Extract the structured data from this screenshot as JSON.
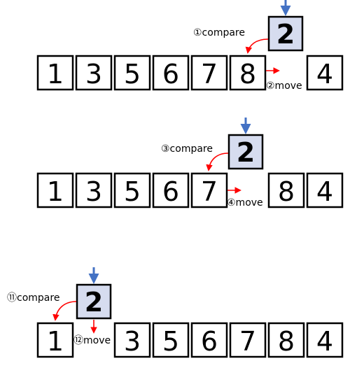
{
  "steps": [
    {
      "cells": [
        "1",
        "3",
        "5",
        "6",
        "7",
        "8",
        "",
        "4"
      ],
      "key": "2",
      "compare_label": "①compare",
      "move_label": "②move"
    },
    {
      "cells": [
        "1",
        "3",
        "5",
        "6",
        "7",
        "",
        "8",
        "4"
      ],
      "key": "2",
      "compare_label": "③compare",
      "move_label": "④move"
    },
    {
      "cells": [
        "1",
        "",
        "3",
        "5",
        "6",
        "7",
        "8",
        "4"
      ],
      "key": "2",
      "compare_label": "⑪compare",
      "move_label": "⑫move"
    }
  ],
  "colors": {
    "key_fill": "#d6dcef",
    "down_arrow": "#4472c4",
    "action_arrow": "#ff0000",
    "border": "#000000"
  }
}
